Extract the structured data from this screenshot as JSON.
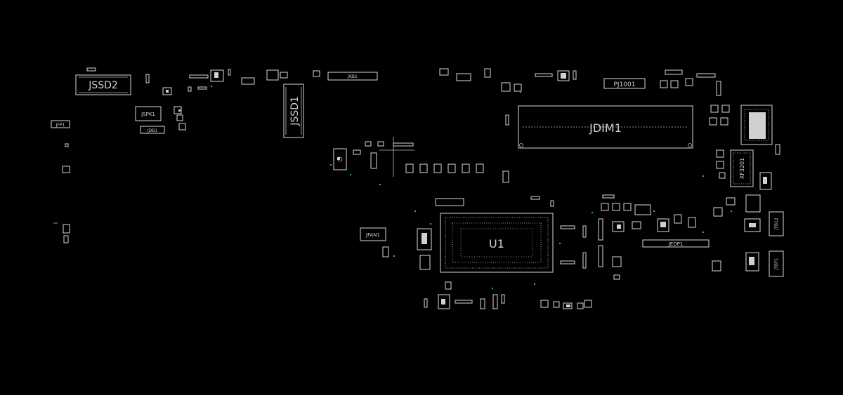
{
  "title": "",
  "theme": {
    "background": "#000000",
    "outline": "#d8d8d8",
    "accent": "#3aa6b8"
  },
  "components": {
    "jssd2": "JSSD2",
    "jssd1": "JSSD1",
    "jspk1": "JSPK1",
    "jdb1": "JDB1",
    "jfp1": "JFP1",
    "jkb1": "JKB1",
    "pj1001": "PJ1001",
    "jdim1": "JDIM1",
    "xf3201": "XF3201",
    "jfan1": "JFAN1",
    "u1": "U1",
    "jedp1": "JEDP1",
    "jtb12": "JTB12",
    "jtbt1": "JTBT1"
  }
}
